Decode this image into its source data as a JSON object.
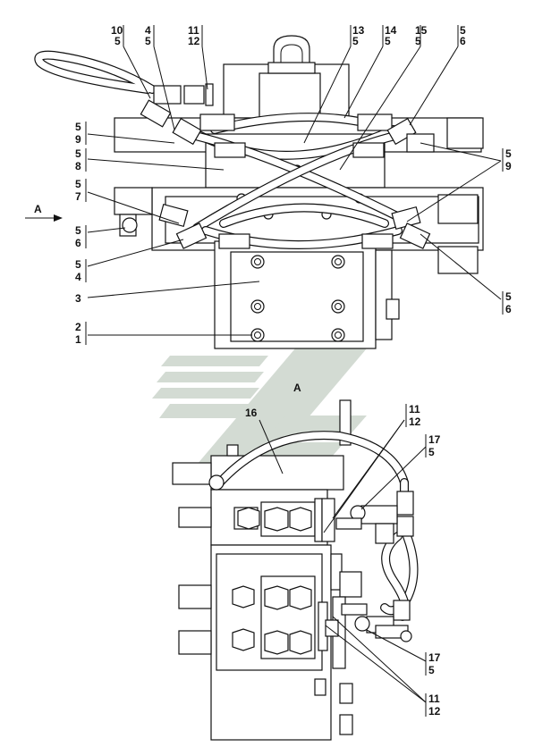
{
  "view_label": "A",
  "arrow_label": "A",
  "callouts_top": [
    {
      "id": "c-10-5",
      "top": "10",
      "bottom": "5"
    },
    {
      "id": "c-4-5",
      "top": "4",
      "bottom": "5"
    },
    {
      "id": "c-11-12",
      "top": "11",
      "bottom": "12"
    },
    {
      "id": "c-13-5",
      "top": "13",
      "bottom": "5"
    },
    {
      "id": "c-14-5",
      "top": "14",
      "bottom": "5"
    },
    {
      "id": "c-15-5",
      "top": "15",
      "bottom": "5"
    },
    {
      "id": "c-5-6-tr",
      "top": "5",
      "bottom": "6"
    },
    {
      "id": "c-5-9-l",
      "top": "5",
      "bottom": "9"
    },
    {
      "id": "c-5-8",
      "top": "5",
      "bottom": "8"
    },
    {
      "id": "c-5-7",
      "top": "5",
      "bottom": "7"
    },
    {
      "id": "c-5-6-l",
      "top": "5",
      "bottom": "6"
    },
    {
      "id": "c-5-4",
      "top": "5",
      "bottom": "4"
    },
    {
      "id": "c-3",
      "top": "3",
      "bottom": ""
    },
    {
      "id": "c-2-1",
      "top": "2",
      "bottom": "1"
    },
    {
      "id": "c-5-9-r",
      "top": "5",
      "bottom": "9"
    },
    {
      "id": "c-5-6-br",
      "top": "5",
      "bottom": "6"
    }
  ],
  "callouts_bottom": [
    {
      "id": "c-16",
      "top": "16",
      "bottom": ""
    },
    {
      "id": "c-11-12-a",
      "top": "11",
      "bottom": "12"
    },
    {
      "id": "c-17-5-a",
      "top": "17",
      "bottom": "5"
    },
    {
      "id": "c-17-5-b",
      "top": "17",
      "bottom": "5"
    },
    {
      "id": "c-11-12-b",
      "top": "11",
      "bottom": "12"
    }
  ]
}
